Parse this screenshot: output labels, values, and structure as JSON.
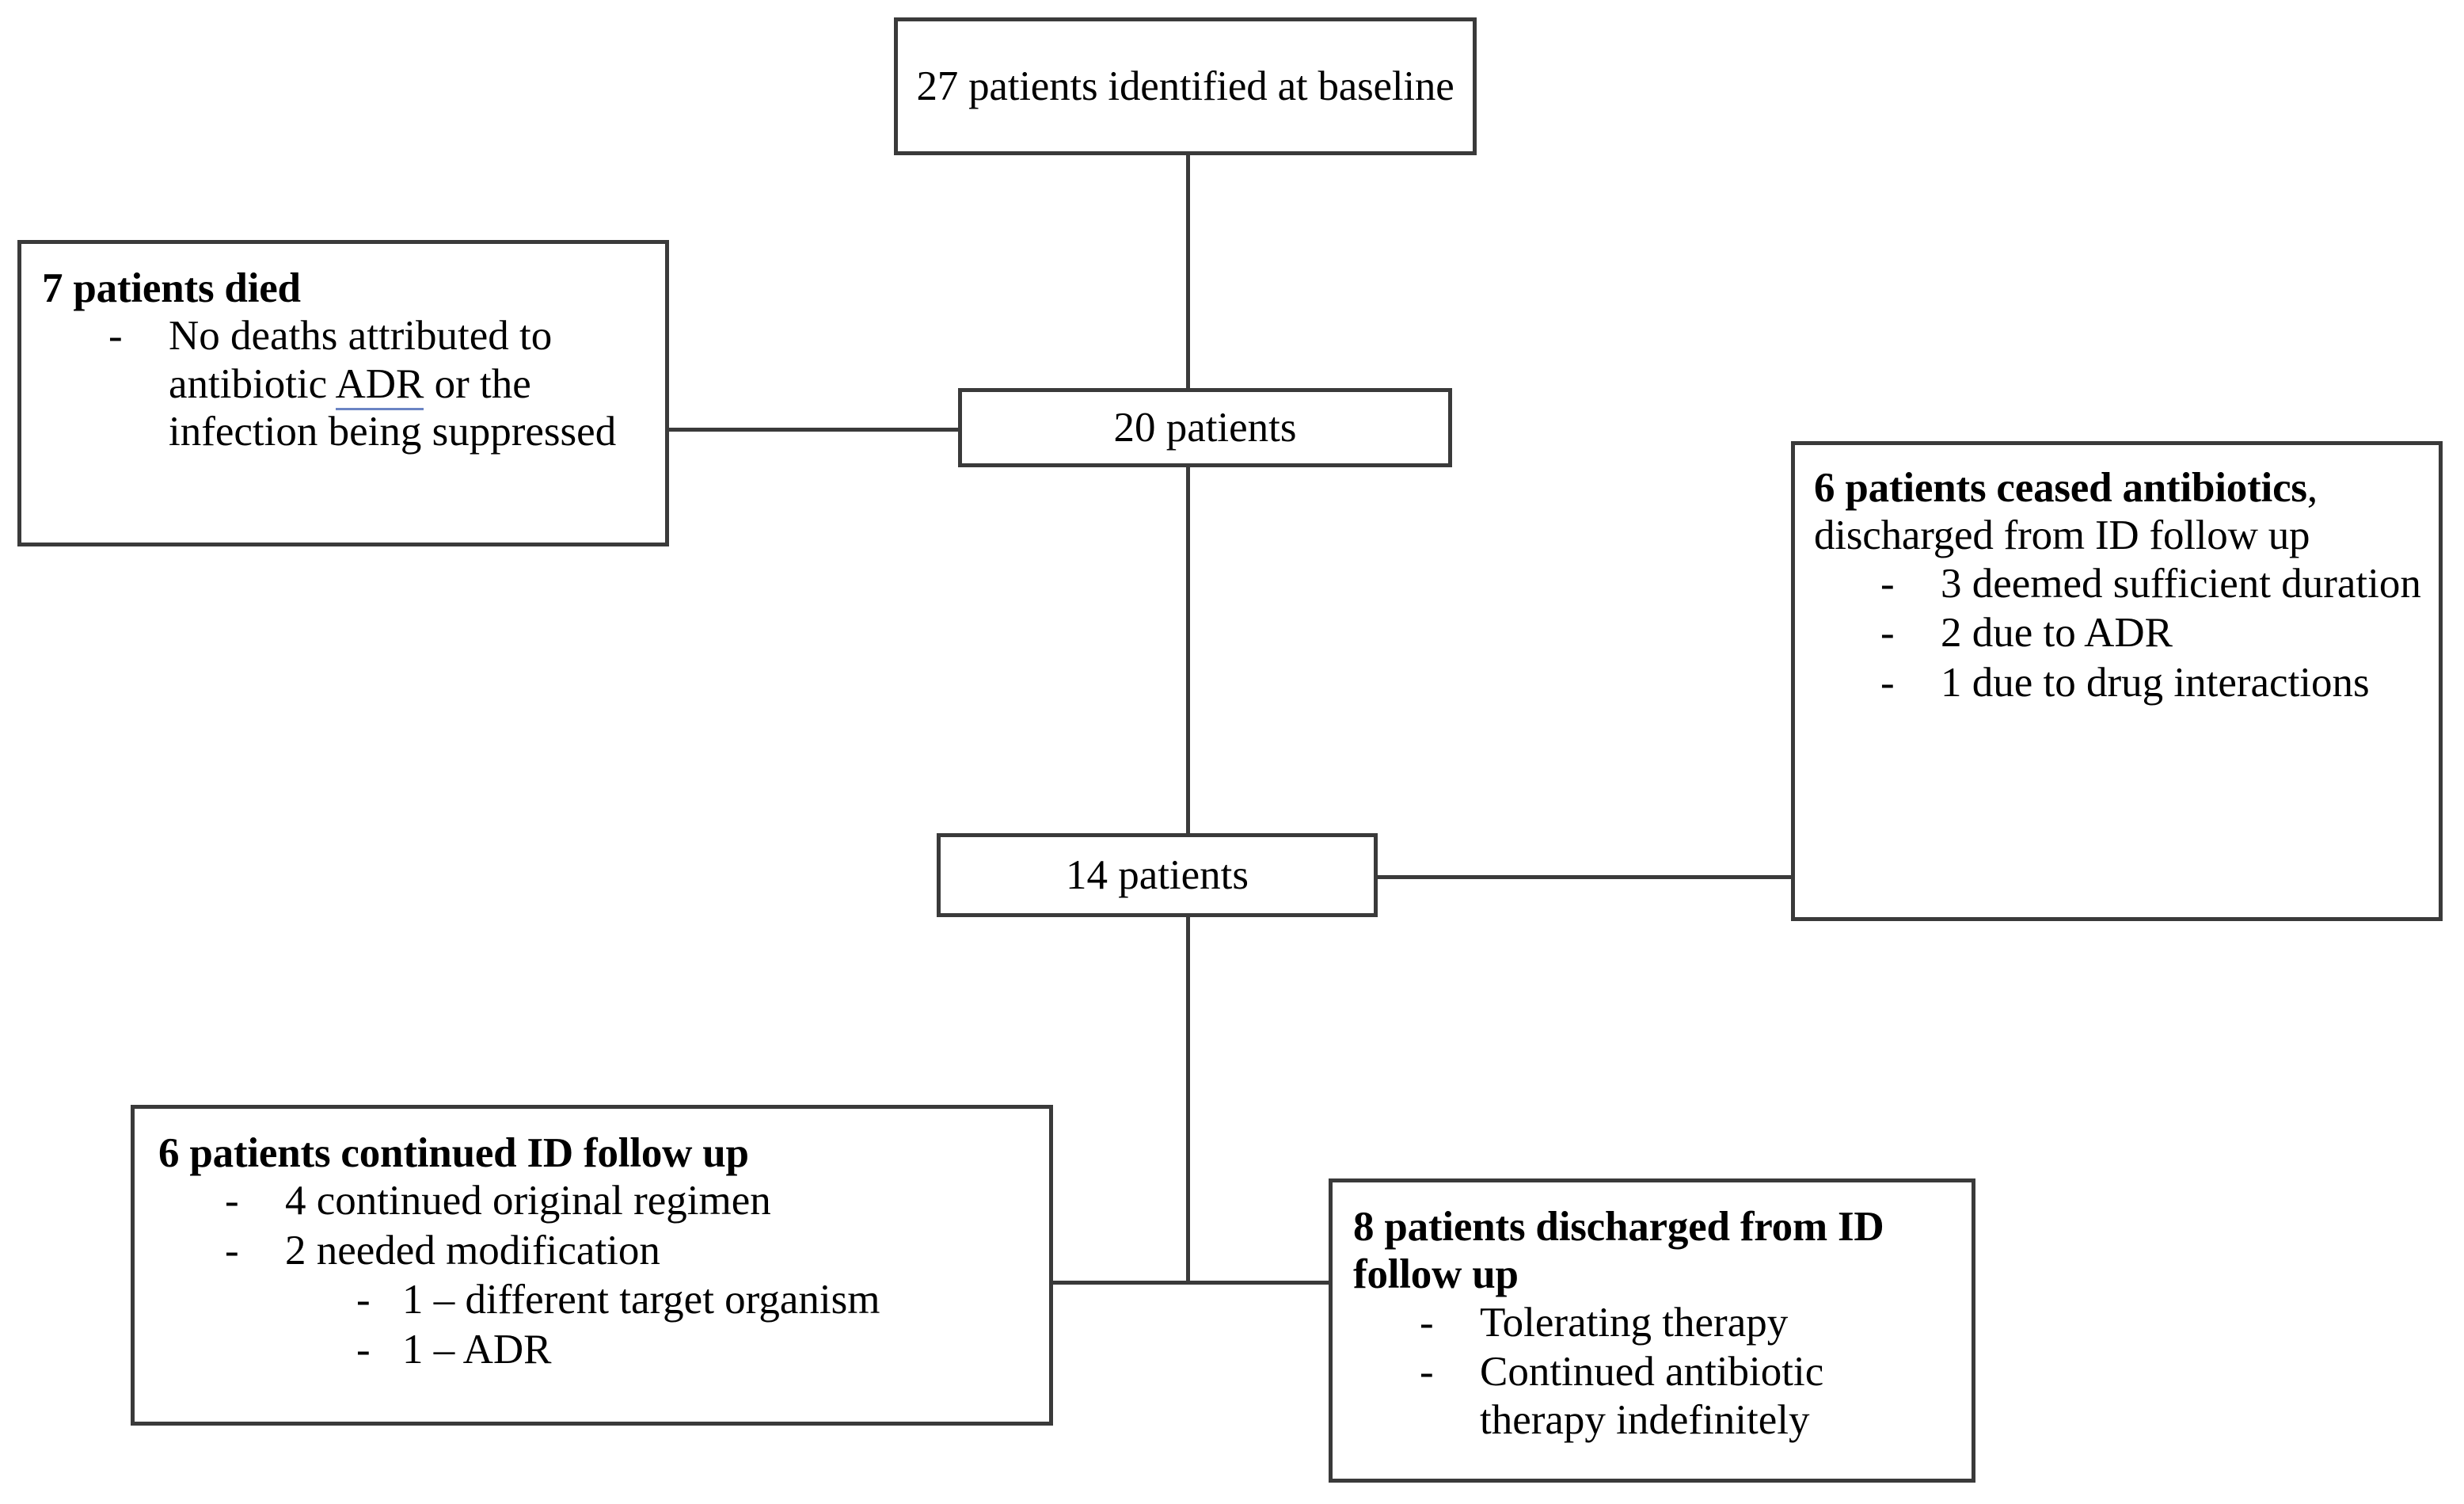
{
  "diagram": {
    "title": "Patient antibiotic follow-up flow diagram",
    "line_color": "#3a3a3a",
    "background_color": "#ffffff",
    "underline_color": "#6b84c4"
  },
  "nodes": {
    "baseline": {
      "id": "baseline",
      "text": "27 patients identified at baseline",
      "count": 27
    },
    "died": {
      "id": "died",
      "headline": "7 patients died",
      "headline_bold": "7 patients died",
      "count": 7,
      "bullets": [
        {
          "dash": "-",
          "pre": "No deaths attributed to antibiotic ",
          "underlined": "ADR",
          "post": " or the infection being suppressed"
        }
      ]
    },
    "patients20": {
      "id": "patients-20",
      "text": "20 patients",
      "count": 20
    },
    "ceased": {
      "id": "ceased",
      "headline_bold": "6 patients ceased antibiotics",
      "headline_regular": ", discharged from ID follow up",
      "count": 6,
      "bullets": [
        {
          "dash": "-",
          "text": "3 deemed sufficient duration"
        },
        {
          "dash": "-",
          "text": "2 due to ADR"
        },
        {
          "dash": "-",
          "text": "1 due to drug interactions"
        }
      ]
    },
    "patients14": {
      "id": "patients-14",
      "text": "14 patients",
      "count": 14
    },
    "continued": {
      "id": "continued",
      "headline_bold": "6 patients continued ID follow up",
      "count": 6,
      "bullets": [
        {
          "dash": "-",
          "text": "4 continued original regimen"
        },
        {
          "dash": "-",
          "text": "2 needed modification"
        }
      ],
      "sub_bullets": [
        {
          "dash": "-",
          "text": "1 – different target organism"
        },
        {
          "dash": "-",
          "text": "1 – ADR"
        }
      ]
    },
    "discharged": {
      "id": "discharged",
      "headline_bold": "8 patients discharged from ID follow up",
      "count": 8,
      "bullets": [
        {
          "dash": "-",
          "text": "Tolerating therapy"
        },
        {
          "dash": "-",
          "text": "Continued antibiotic therapy indefinitely"
        }
      ]
    }
  },
  "connectors": [
    {
      "name": "baseline-to-20",
      "orientation": "vertical"
    },
    {
      "name": "20-to-14",
      "orientation": "vertical"
    },
    {
      "name": "14-to-bottom",
      "orientation": "vertical"
    },
    {
      "name": "died-to-20",
      "orientation": "horizontal"
    },
    {
      "name": "14-to-ceased",
      "orientation": "horizontal"
    },
    {
      "name": "continued-to-junction",
      "orientation": "horizontal"
    },
    {
      "name": "junction-to-discharged",
      "orientation": "horizontal"
    }
  ]
}
